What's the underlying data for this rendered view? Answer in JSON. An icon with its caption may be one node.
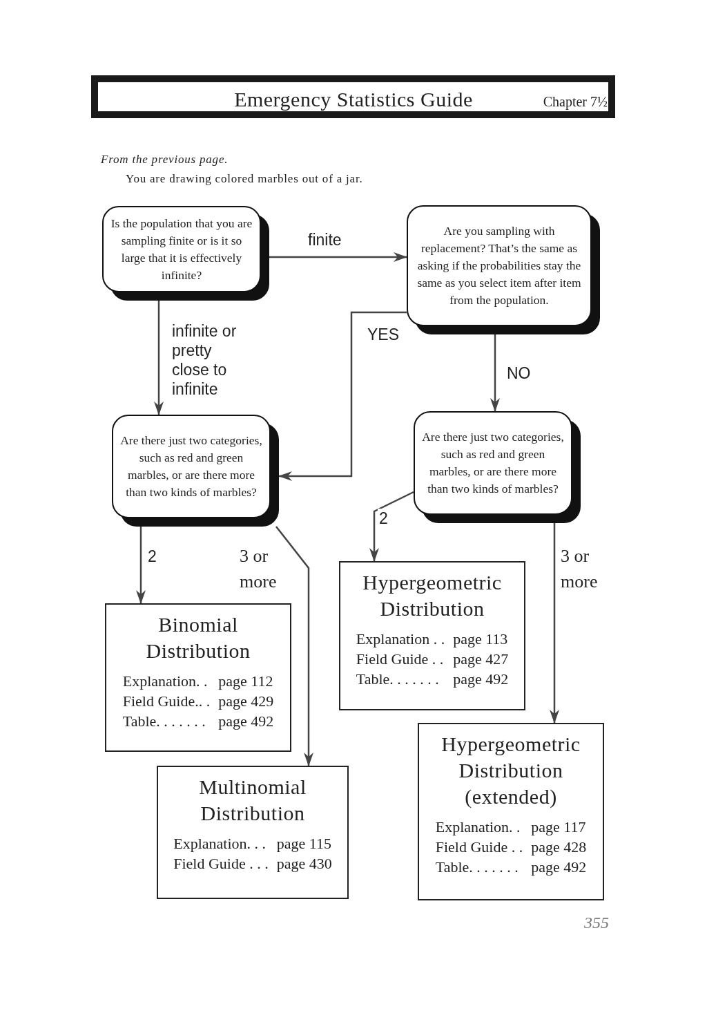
{
  "diagram": {
    "title": "Emergency Statistics Guide",
    "nodes": [
      {
        "text": [
          "Is the population that you are sampling finite or is it so large that it is effectively infinite?"
        ]
      },
      {
        "text": [
          "Are you sampling with replacement? That’s the same as asking if the probabilities stay the same as you select item after item from the population."
        ]
      },
      {
        "text": [
          "Are there just two categories, such as red and green marbles, or are there more than two kinds of marbles?"
        ]
      },
      {
        "text": [
          "Are there just two categories, such as red and green marbles, or are there more than two kinds of marbles?"
        ]
      },
      {
        "text": [
          "Binomial Distribution",
          "Explanation. .",
          "page 112",
          "Field Guide.. .",
          "page 429",
          "Table. . . . . . .",
          "page 492"
        ]
      },
      {
        "text": [
          "Multinomial Distribution",
          "Explanation. . .",
          "page 115",
          "Field Guide . . .",
          "page 430"
        ]
      },
      {
        "text": [
          "Hypergeometric Distribution",
          "Explanation . .",
          "page 113",
          "Field Guide . .",
          "page 427",
          "Table. . . . . . .",
          "page 492"
        ]
      },
      {
        "text": [
          "Hypergeometric Distribution (extended)",
          "Explanation. .",
          "page 117",
          "Field Guide . .",
          "page 428",
          "Table. . . . . . .",
          "page 492"
        ]
      }
    ],
    "edges": [
      {
        "from": 0,
        "to": 1,
        "arrow": "to",
        "label": "finite"
      },
      {
        "from": 0,
        "to": 2,
        "arrow": "to",
        "label": "infinite or pretty close to infinite"
      },
      {
        "from": 1,
        "to": 2,
        "arrow": "to",
        "label": "YES"
      },
      {
        "from": 1,
        "to": 3,
        "arrow": "to",
        "label": "NO"
      },
      {
        "from": 2,
        "to": 4,
        "arrow": "to",
        "label": "2"
      },
      {
        "from": 2,
        "to": 5,
        "arrow": "to",
        "label": "3 or more"
      },
      {
        "from": 3,
        "to": 6,
        "arrow": "to",
        "label": "2"
      },
      {
        "from": 3,
        "to": 7,
        "arrow": "to",
        "label": "3 or more"
      }
    ],
    "labels": [
      "Chapter 7½",
      "From the previous page.",
      "You are drawing colored marbles out of a jar.",
      "355"
    ]
  }
}
